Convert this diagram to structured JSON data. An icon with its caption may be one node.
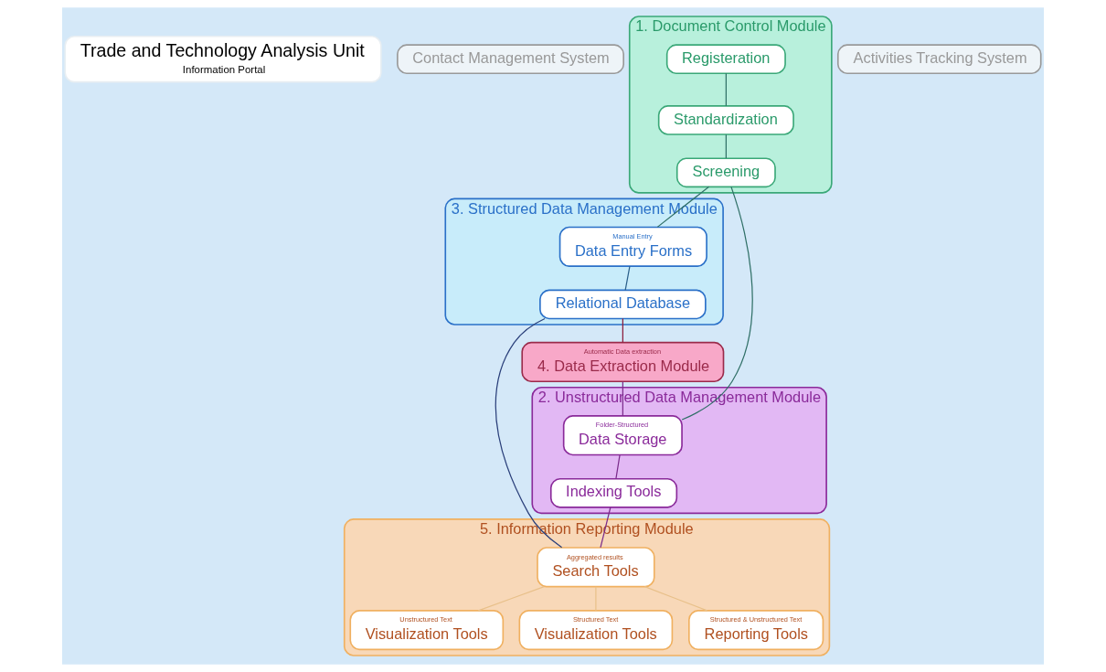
{
  "diagram": {
    "nodes": [
      {
        "text": [
          "Trade and Technology Analysis Unit",
          "Information Portal"
        ]
      },
      {
        "text": [
          "Contact Management System"
        ]
      },
      {
        "text": [
          "1. Document Control Module"
        ]
      },
      {
        "text": [
          "Registeration"
        ],
        "in": 2
      },
      {
        "text": [
          "Standardization"
        ],
        "in": 2
      },
      {
        "text": [
          "Screening"
        ],
        "in": 2
      },
      {
        "text": [
          "Activities Tracking System"
        ]
      },
      {
        "text": [
          "3. Structured Data Management Module"
        ]
      },
      {
        "text": [
          "Manual Entry",
          "Data Entry Forms"
        ],
        "in": 7
      },
      {
        "text": [
          "Relational Database"
        ],
        "in": 7
      },
      {
        "text": [
          "2. Unstructured Data Management Module"
        ]
      },
      {
        "text": [
          "Folder-Structured",
          "Data Storage"
        ],
        "in": 10
      },
      {
        "text": [
          "Indexing Tools"
        ],
        "in": 10
      },
      {
        "text": [
          "Automatic Data extraction",
          "4. Data Extraction Module"
        ]
      },
      {
        "text": [
          "5. Information Reporting Module"
        ]
      },
      {
        "text": [
          "Aggregated results",
          "Search Tools"
        ],
        "in": 14
      },
      {
        "text": [
          "Unstructured Text",
          "Visualization Tools"
        ],
        "in": 14
      },
      {
        "text": [
          "Structured Text",
          "Visualization Tools"
        ],
        "in": 14
      },
      {
        "text": [
          "Structured & Unstructured Text",
          "Reporting Tools"
        ],
        "in": 14
      }
    ],
    "edges": [
      {
        "from": 3,
        "to": 4,
        "arrow": "none"
      },
      {
        "from": 4,
        "to": 5,
        "arrow": "none"
      },
      {
        "from": 5,
        "to": 8,
        "arrow": "none"
      },
      {
        "from": 5,
        "to": 11,
        "arrow": "none"
      },
      {
        "from": 8,
        "to": 9,
        "arrow": "none",
        "color": "#2a5f8a"
      },
      {
        "from": 9,
        "to": 13,
        "arrow": "none",
        "color": "#8b1a3a"
      },
      {
        "from": 13,
        "to": 11,
        "arrow": "none",
        "color": "#7a2a8a"
      },
      {
        "from": 11,
        "to": 12,
        "arrow": "none",
        "color": "#7a2a8a"
      },
      {
        "from": 9,
        "to": 15,
        "arrow": "none",
        "color": "#2a3f7a"
      },
      {
        "from": 12,
        "to": 15,
        "arrow": "none",
        "color": "#7a2a8a"
      },
      {
        "from": 15,
        "to": 16,
        "arrow": "none",
        "color": "#e8c08a"
      },
      {
        "from": 15,
        "to": 17,
        "arrow": "none",
        "color": "#e8c08a"
      },
      {
        "from": 15,
        "to": 18,
        "arrow": "none",
        "color": "#e8c08a"
      }
    ]
  }
}
